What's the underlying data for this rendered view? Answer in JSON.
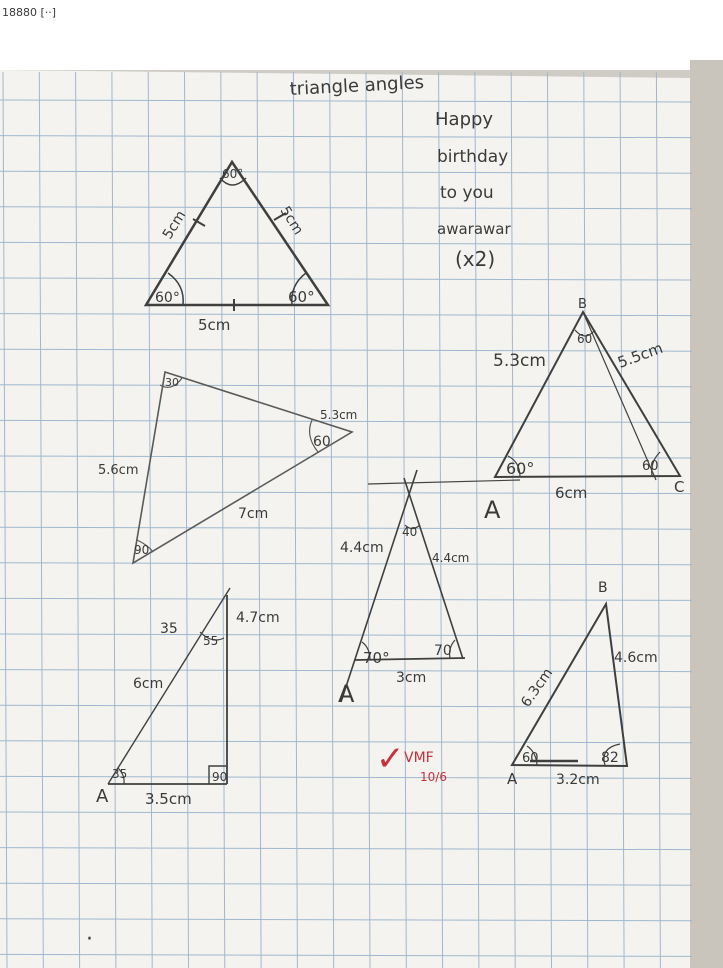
{
  "colors": {
    "paper": "#f4f3ef",
    "grid": "#9fb8cf",
    "pencil": "#4a4a4a",
    "red_pen": "#c8303a",
    "background": "#cfccc6"
  },
  "header_scrap": "18880 [··]",
  "title": "triangle angles",
  "note": {
    "line1": "Happy",
    "line2": "birthday",
    "line3": "to you",
    "line4": "awarawar",
    "line5": "(x2)"
  },
  "t1": {
    "top": "60°",
    "left": "60°",
    "right": "60°",
    "side_left": "5cm",
    "side_right": "5cm",
    "base": "5cm"
  },
  "t2": {
    "top": "30",
    "right": "60",
    "bottom": "90",
    "side_left": "5.6cm",
    "side_right": "5.3cm",
    "base": "7cm"
  },
  "t3": {
    "top_vertex": "B",
    "left_vertex": "A",
    "right_vertex": "C",
    "top": "60",
    "left": "60°",
    "right": "60",
    "side_left": "5.3cm",
    "side_right": "5.5cm",
    "base": "6cm"
  },
  "t4": {
    "top": "40",
    "left": "70°",
    "right": "70",
    "side_left": "4.4cm",
    "side_right": "4.4cm",
    "base": "3cm"
  },
  "t5": {
    "left_vertex": "A",
    "top_angle_label": "35",
    "top": "55",
    "left": "35",
    "right": "90",
    "side_left": "6cm",
    "side_right": "4.7cm",
    "base": "3.5cm"
  },
  "t6": {
    "top_vertex": "B",
    "left_vertex": "A",
    "left": "60",
    "right": "82",
    "side_left": "6.3cm",
    "side_right": "4.6cm",
    "base": "3.2cm"
  },
  "mark": {
    "check": "✓",
    "initials": "VMF",
    "score": "10/6"
  },
  "bottom_dot": "·"
}
